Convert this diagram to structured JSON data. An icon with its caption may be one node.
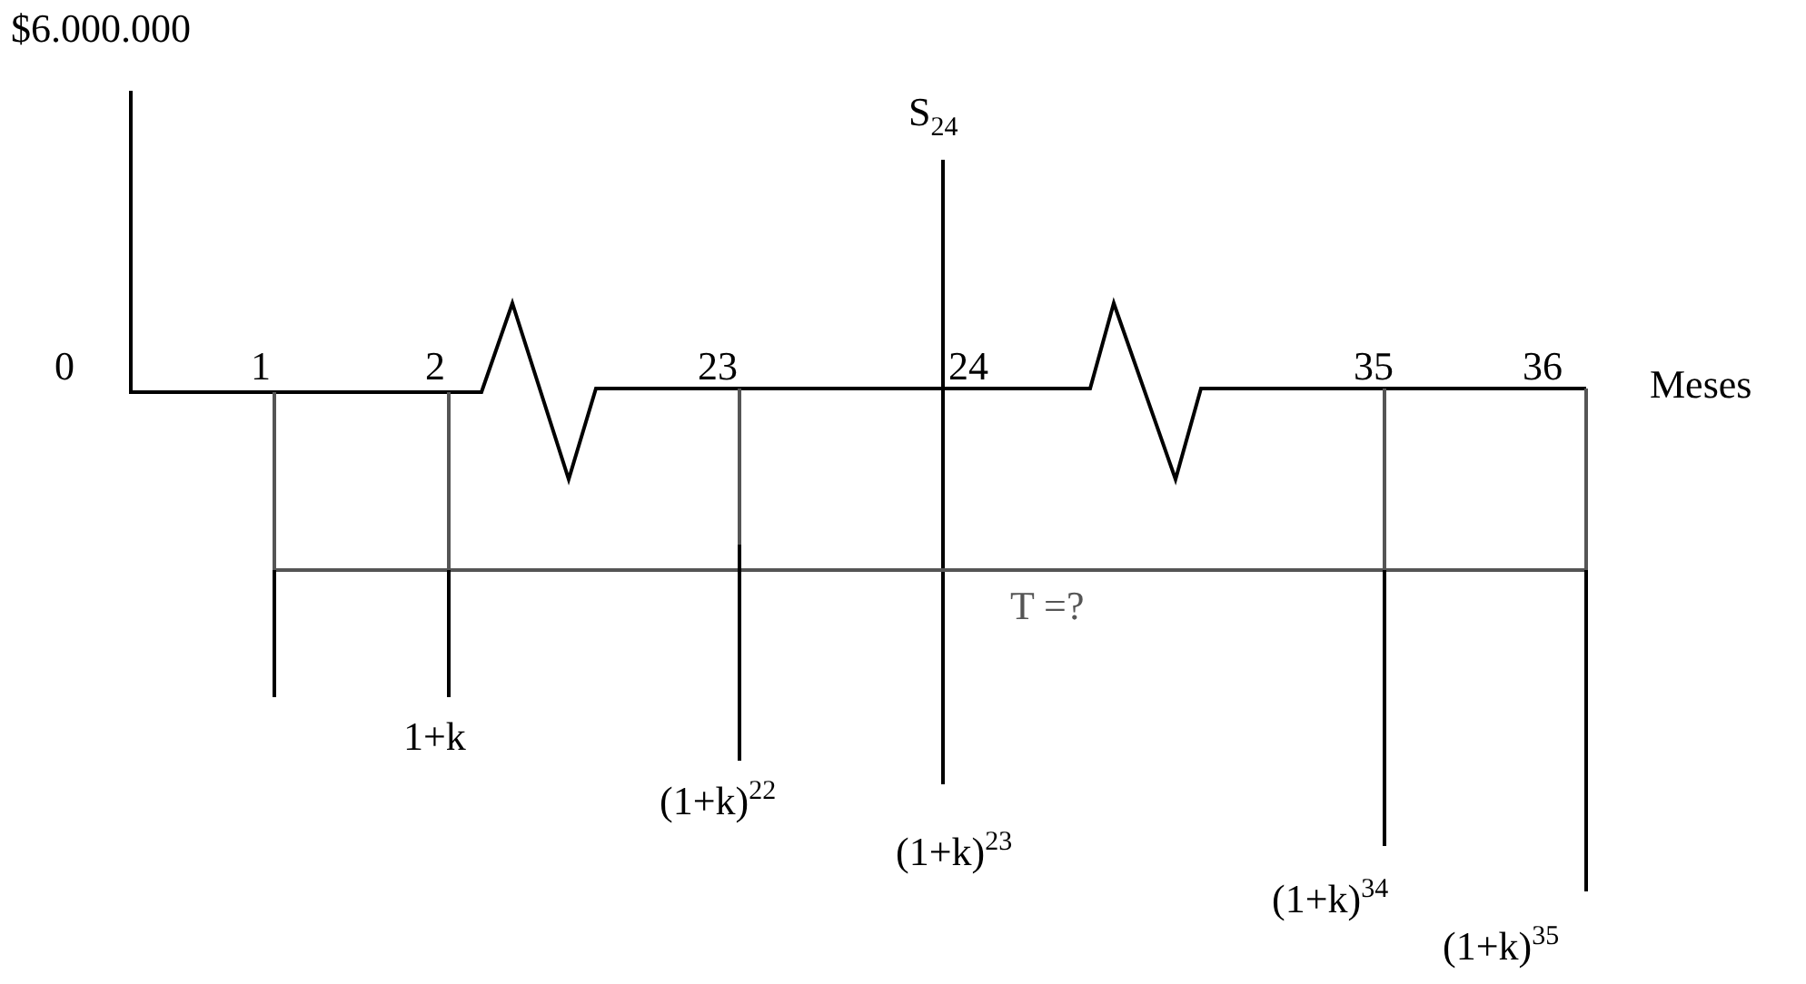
{
  "diagram": {
    "labels": [
      "$6.000.000",
      "S$_{24}$",
      "0",
      "1",
      "2",
      "23",
      "24",
      "35",
      "36",
      "Meses",
      "T =?",
      "1+k",
      "(1+k)$^{22}$",
      "(1+k)$^{23}$",
      "(1+k)$^{34}$",
      "(1+k)$^{35}$"
    ]
  }
}
